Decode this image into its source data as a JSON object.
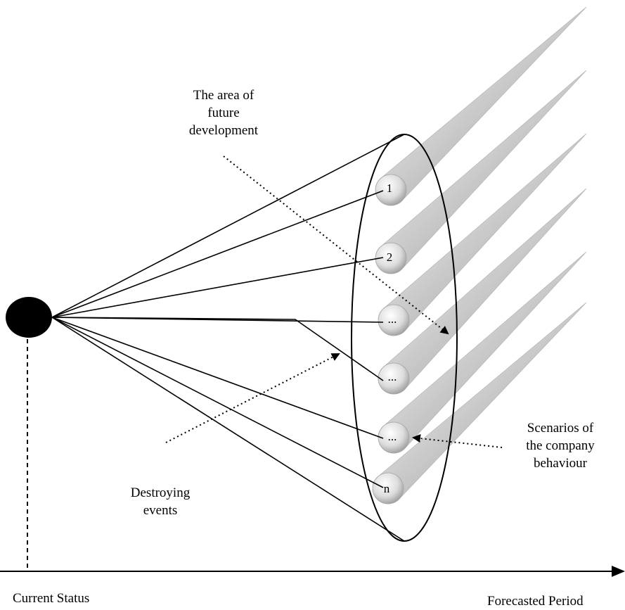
{
  "labels": {
    "future_area": [
      "The area of",
      "future",
      "development"
    ],
    "scenarios": [
      "Scenarios of",
      "the company",
      "behaviour"
    ],
    "destroying": [
      "Destroying",
      "events"
    ],
    "current_status": "Current Status",
    "forecasted_period": "Forecasted Period"
  },
  "scenarios": [
    "1",
    "2",
    "...",
    "...",
    "...",
    "n"
  ]
}
